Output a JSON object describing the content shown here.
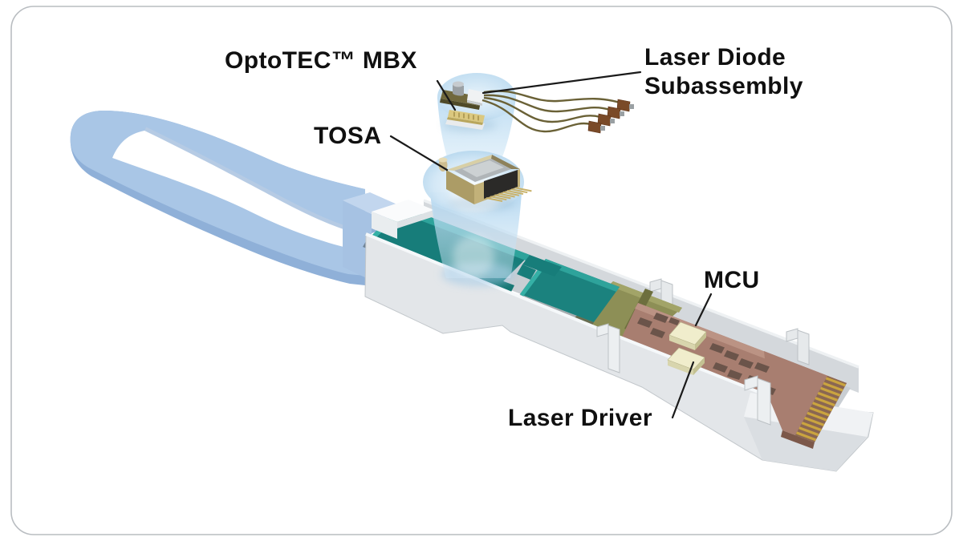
{
  "figure": {
    "subject": "Optical transceiver module exploded-view illustration",
    "labels": {
      "optotec_mbx": "OptoTEC™ MBX",
      "tosa": "TOSA",
      "laser_diode_subassembly": [
        "Laser Diode",
        "Subassembly"
      ],
      "mcu": "MCU",
      "laser_driver": "Laser Driver"
    },
    "colors": {
      "background": "#ffffff",
      "frame_border": "#b9bdc1",
      "label_text": "#101010",
      "leader_line": "#1a1a1a",
      "bail_blue": "#a9c6e6",
      "housing_gray": "#e3e6e9",
      "plate_teal": "#177d7a",
      "pcb_olive": "#8d8f56",
      "pcb_brown": "#a87e70",
      "chip_cream": "#f0edcc",
      "connector_gold": "#caa43f",
      "cone_blue": "#bddcf2",
      "tosa_tan": "#c2b179"
    }
  }
}
